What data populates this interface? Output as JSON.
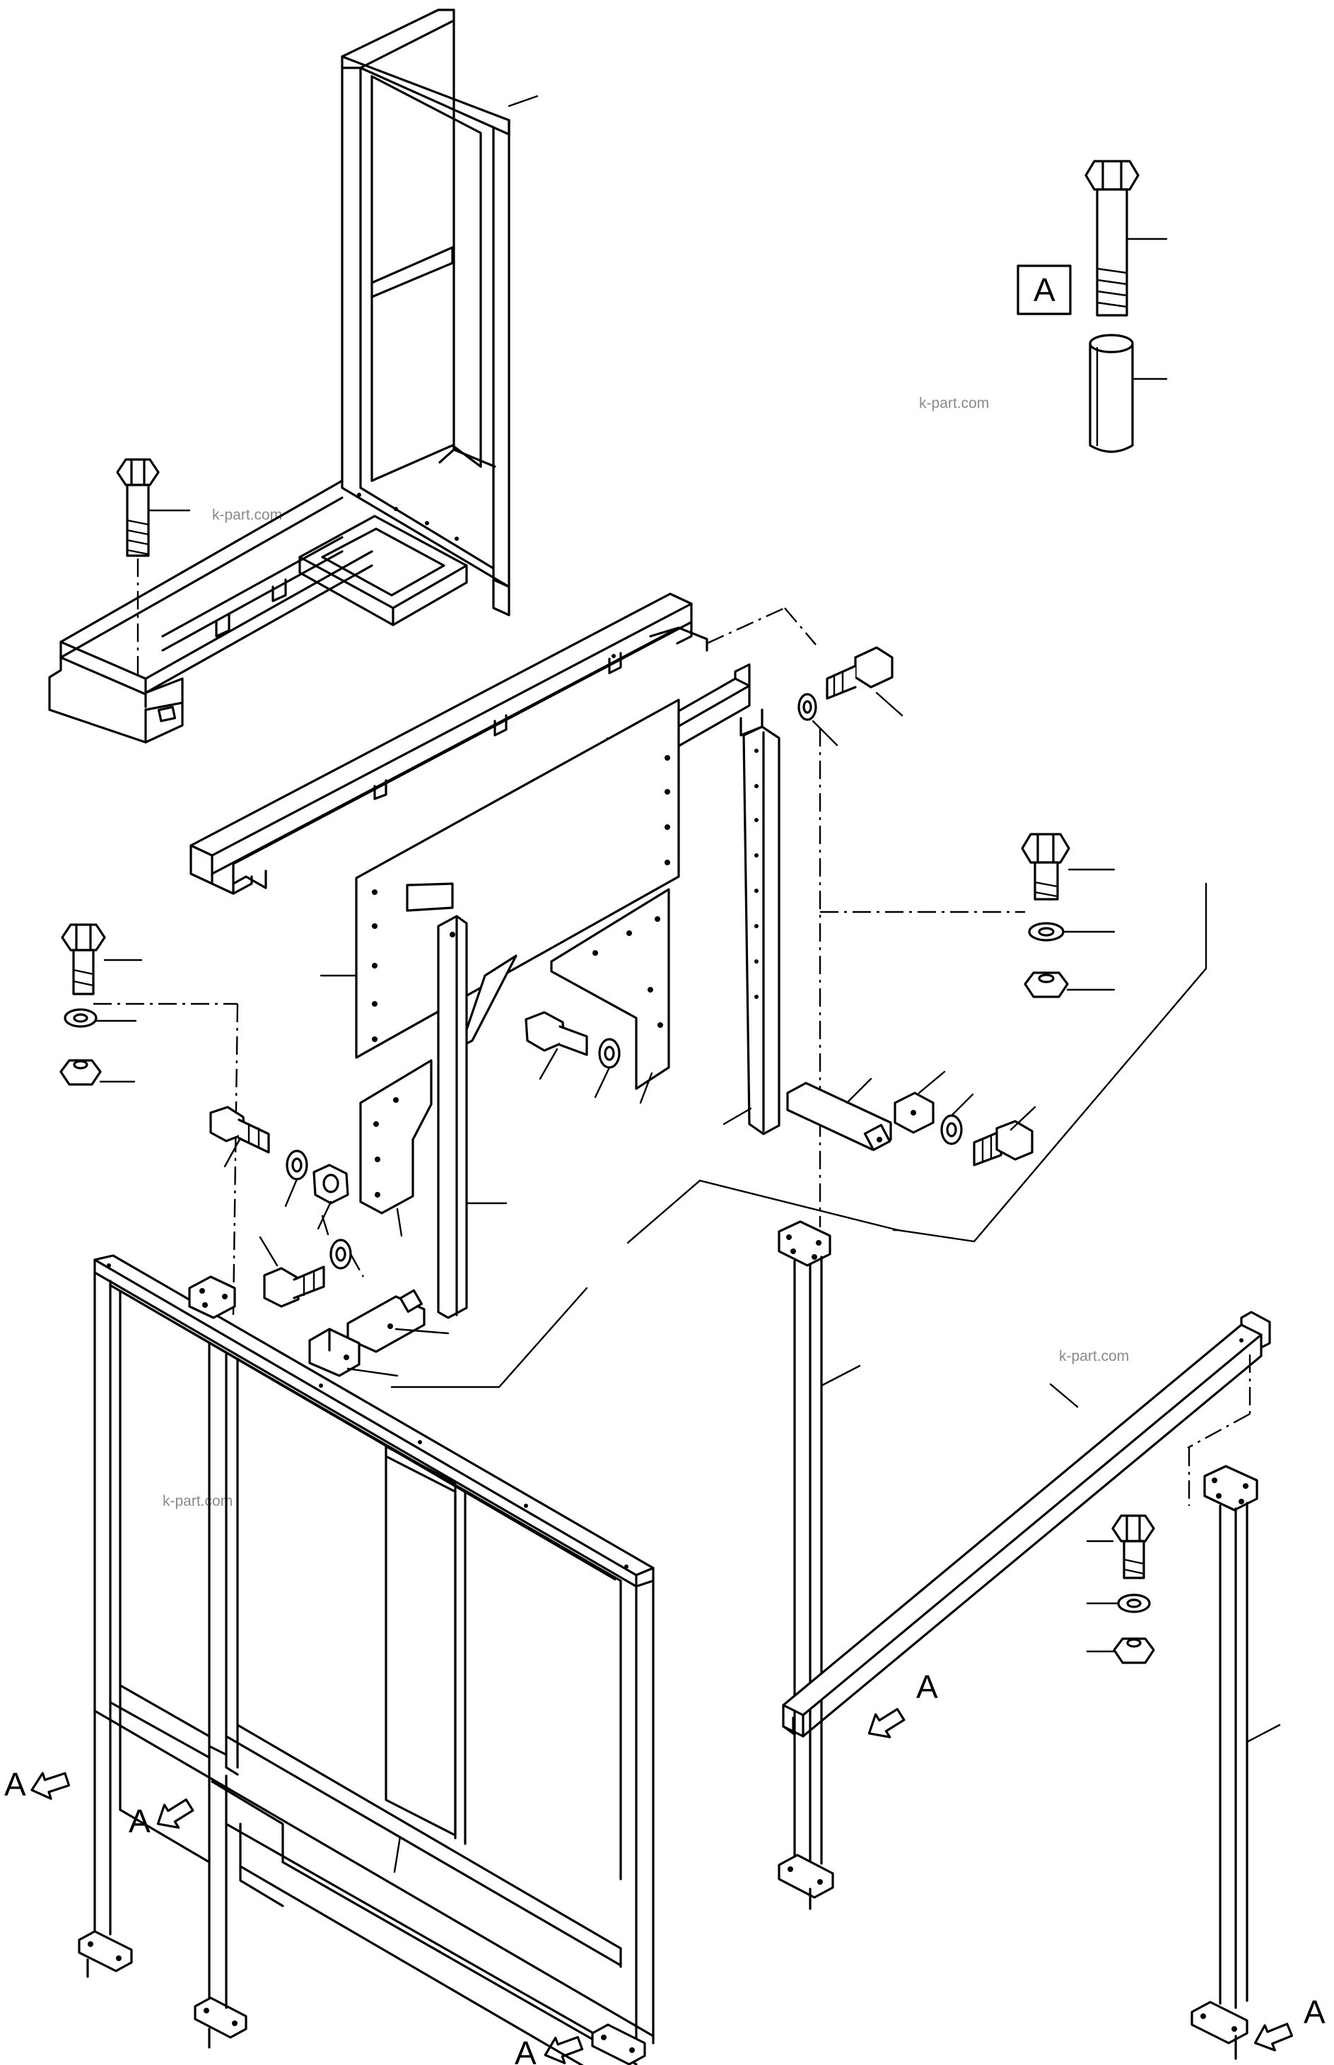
{
  "figure": {
    "view_marker": "A",
    "arrow_label": "A",
    "watermark": "k-part.com"
  },
  "colors": {
    "ink": "#000000",
    "paper": "#ffffff",
    "watermark": "#8a8a8a"
  }
}
